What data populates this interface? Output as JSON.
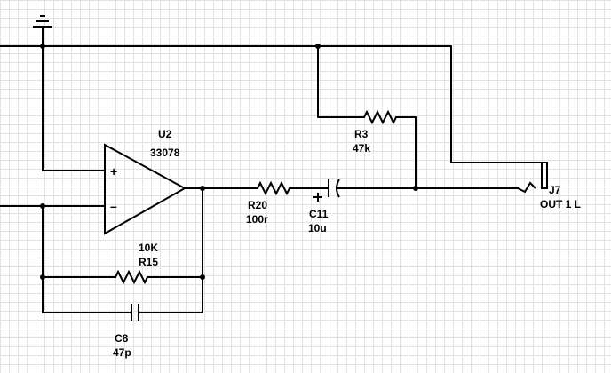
{
  "schematic": {
    "opamp": {
      "ref": "U2",
      "value": "33078",
      "plus_sign": "+",
      "minus_sign": "–"
    },
    "r3": {
      "ref": "R3",
      "value": "47k"
    },
    "r20": {
      "ref": "R20",
      "value": "100r"
    },
    "c11": {
      "ref": "C11",
      "value": "10u",
      "polarity": "+"
    },
    "r15": {
      "ref": "R15",
      "value": "10K"
    },
    "c8": {
      "ref": "C8",
      "value": "47p"
    },
    "j7": {
      "ref": "J7",
      "value": "OUT 1 L"
    }
  }
}
